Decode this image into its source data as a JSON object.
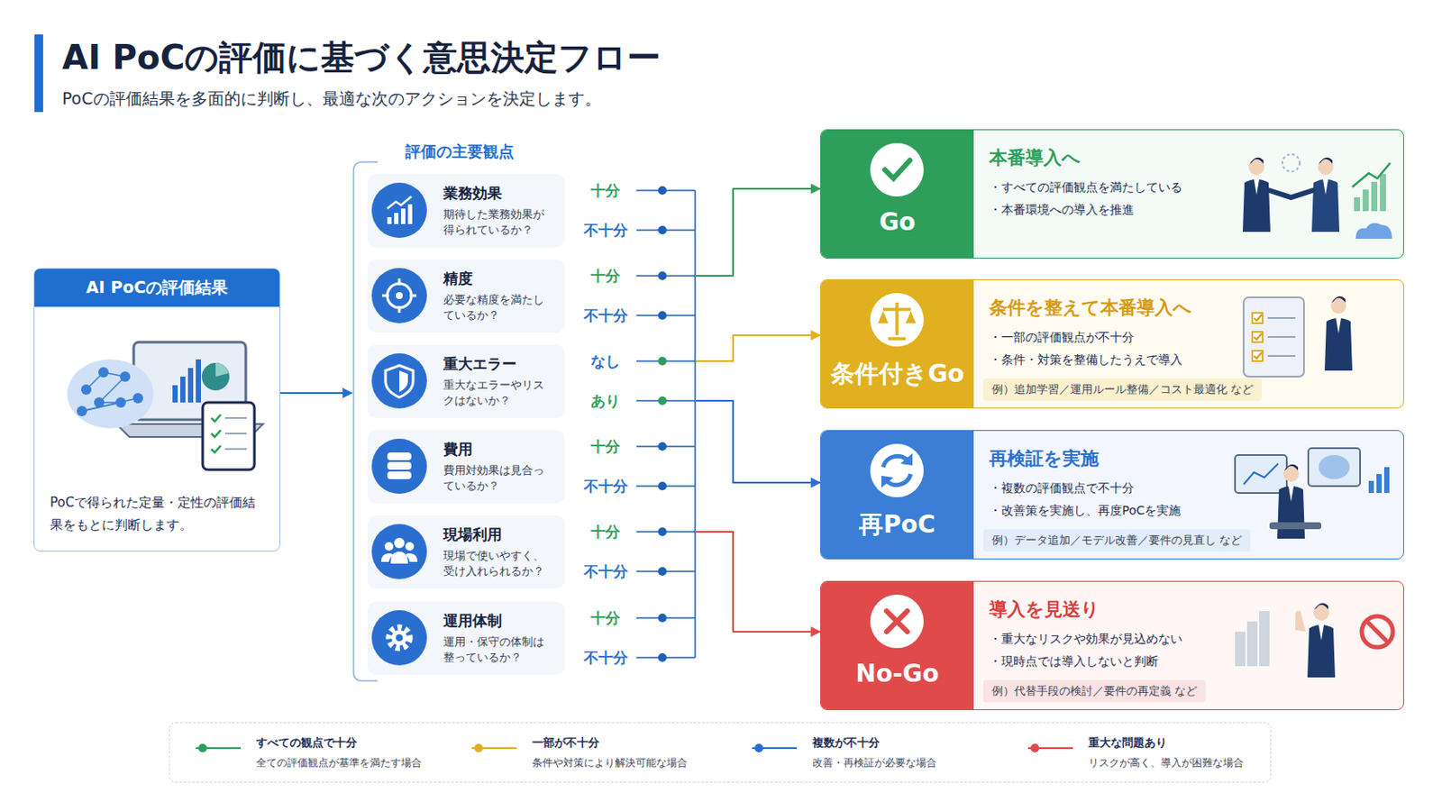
{
  "diagram": {
    "title": "AI PoCの評価に基づく意思決定フロー",
    "caption": "PoCの評価結果を多面的に判断し、最適な次のアクションを決定します。",
    "nodes": [
      {
        "text": [
          "AI PoCの評価結果",
          "PoCで得られた定量・定性の評価結果をもとに判断します。"
        ]
      },
      {
        "text": [
          "評価の主要観点"
        ]
      },
      {
        "text": [
          "業務効果",
          "期待した業務効果が得られているか？"
        ],
        "in": 1
      },
      {
        "text": [
          "精度",
          "必要な精度を満たしているか？"
        ],
        "in": 1
      },
      {
        "text": [
          "重大エラー",
          "重大なエラーやリスクはないか？"
        ],
        "in": 1
      },
      {
        "text": [
          "費用",
          "費用対効果は見合っているか？"
        ],
        "in": 1
      },
      {
        "text": [
          "現場利用",
          "現場で使いやすく、受け入れられるか？"
        ],
        "in": 1
      },
      {
        "text": [
          "運用体制",
          "運用・保守の体制は整っているか？"
        ],
        "in": 1
      },
      {
        "text": [
          "Go",
          "本番導入へ",
          "・すべての評価観点を満たしている",
          "・本番環境への導入を推進"
        ]
      },
      {
        "text": [
          "条件付きGo",
          "条件を整えて本番導入へ",
          "・一部の評価観点が不十分",
          "・条件・対策を整備したうえで導入",
          "例）追加学習／運用ルール整備／コスト最適化 など"
        ]
      },
      {
        "text": [
          "再PoC",
          "再検証を実施",
          "・複数の評価観点で不十分",
          "・改善策を実施し、再度PoCを実施",
          "例）データ追加／モデル改善／要件の見直し など"
        ]
      },
      {
        "text": [
          "No-Go",
          "導入を見送り",
          "・重大なリスクや効果が見込めない",
          "・現時点では導入しないと判断",
          "例）代替手段の検討／要件の再定義 など"
        ]
      }
    ],
    "edges": [
      {
        "from": 0,
        "to": 1,
        "arrow": "to"
      },
      {
        "from": 1,
        "to": 8,
        "arrow": "to"
      },
      {
        "from": 1,
        "to": 9,
        "arrow": "to"
      },
      {
        "from": 1,
        "to": 10,
        "arrow": "to"
      },
      {
        "from": 1,
        "to": 11,
        "arrow": "to"
      }
    ],
    "labels": [
      "十分",
      "不十分",
      "十分",
      "不十分",
      "なし",
      "あり",
      "十分",
      "不十分",
      "十分",
      "不十分",
      "十分",
      "不十分",
      "全ての評価観点が基準を満たす場合",
      "条件や対策により解決可能な場合",
      "改善・再検証が必要な場合",
      "リスクが高く、導入が困難な場合"
    ],
    "legend": [
      {
        "text": "すべての観点で十分",
        "color": "#2e9e5b"
      },
      {
        "text": "一部が不十分",
        "color": "#e0b020"
      },
      {
        "text": "複数が不十分",
        "color": "#2a6fd0"
      },
      {
        "text": "重大な問題あり",
        "color": "#e04a4a"
      }
    ]
  }
}
